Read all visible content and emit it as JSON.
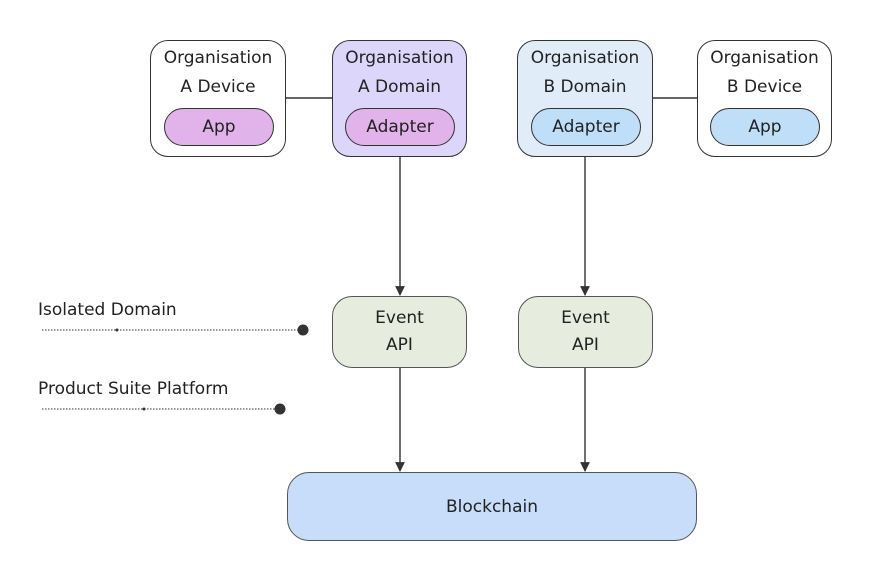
{
  "diagram": {
    "org_a_device": {
      "title_line1": "Organisation",
      "title_line2": "A Device",
      "component": "App"
    },
    "org_a_domain": {
      "title_line1": "Organisation",
      "title_line2": "A Domain",
      "component": "Adapter"
    },
    "org_b_domain": {
      "title_line1": "Organisation",
      "title_line2": "B Domain",
      "component": "Adapter"
    },
    "org_b_device": {
      "title_line1": "Organisation",
      "title_line2": "B Device",
      "component": "App"
    },
    "teranode": {
      "title": "Teranode Domain"
    },
    "event_api_a": {
      "line1": "Event",
      "line2": "API"
    },
    "event_api_b": {
      "line1": "Event",
      "line2": "API"
    },
    "blockchain": {
      "label": "Blockchain"
    },
    "legend": {
      "isolated_domain": "Isolated Domain",
      "product_suite_platform": "Product Suite Platform"
    }
  },
  "colors": {
    "org_a_fill": "#e2b2ea",
    "org_a_domain_fill": "#dcd6fb",
    "org_b_fill": "#bfdff8",
    "org_b_domain_fill": "#e0ecf8",
    "teranode_fill": "#e6e6e6",
    "isolated_fill": "#f3f3f3",
    "event_api_fill": "#e6eddf",
    "blockchain_fill": "#c7ddfa"
  }
}
